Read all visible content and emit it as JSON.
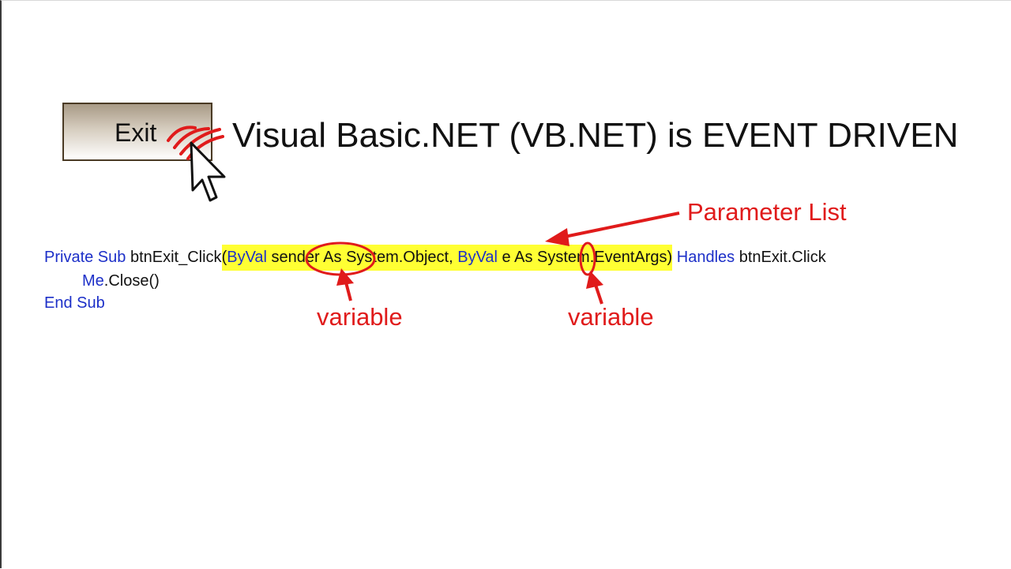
{
  "exit_button": {
    "label": "Exit"
  },
  "title": "Visual Basic.NET (VB.NET) is EVENT DRIVEN",
  "code": {
    "line1": {
      "kw_private_sub": "Private Sub ",
      "method_name": "btnExit_Click",
      "open_paren": "(",
      "kw_byval_1": "ByVal",
      "param_sender": " sender ",
      "type_object": "As System.Object, ",
      "kw_byval_2": "ByVal",
      "param_e": " e ",
      "type_eventargs": "As System.EventArgs)",
      "kw_handles": " Handles ",
      "handled_event": "btnExit.Click"
    },
    "line2": {
      "kw_me": "Me",
      "call": ".Close()"
    },
    "line3": {
      "kw_end_sub": "End Sub"
    }
  },
  "annotations": {
    "parameter_list": "Parameter List",
    "variable_1": "variable",
    "variable_2": "variable"
  },
  "colors": {
    "keyword": "#1c2fc8",
    "highlight": "#ffff33",
    "annotation": "#e01b1b",
    "text": "#111111"
  },
  "icons": [
    "click-waves-icon",
    "mouse-pointer-icon"
  ]
}
